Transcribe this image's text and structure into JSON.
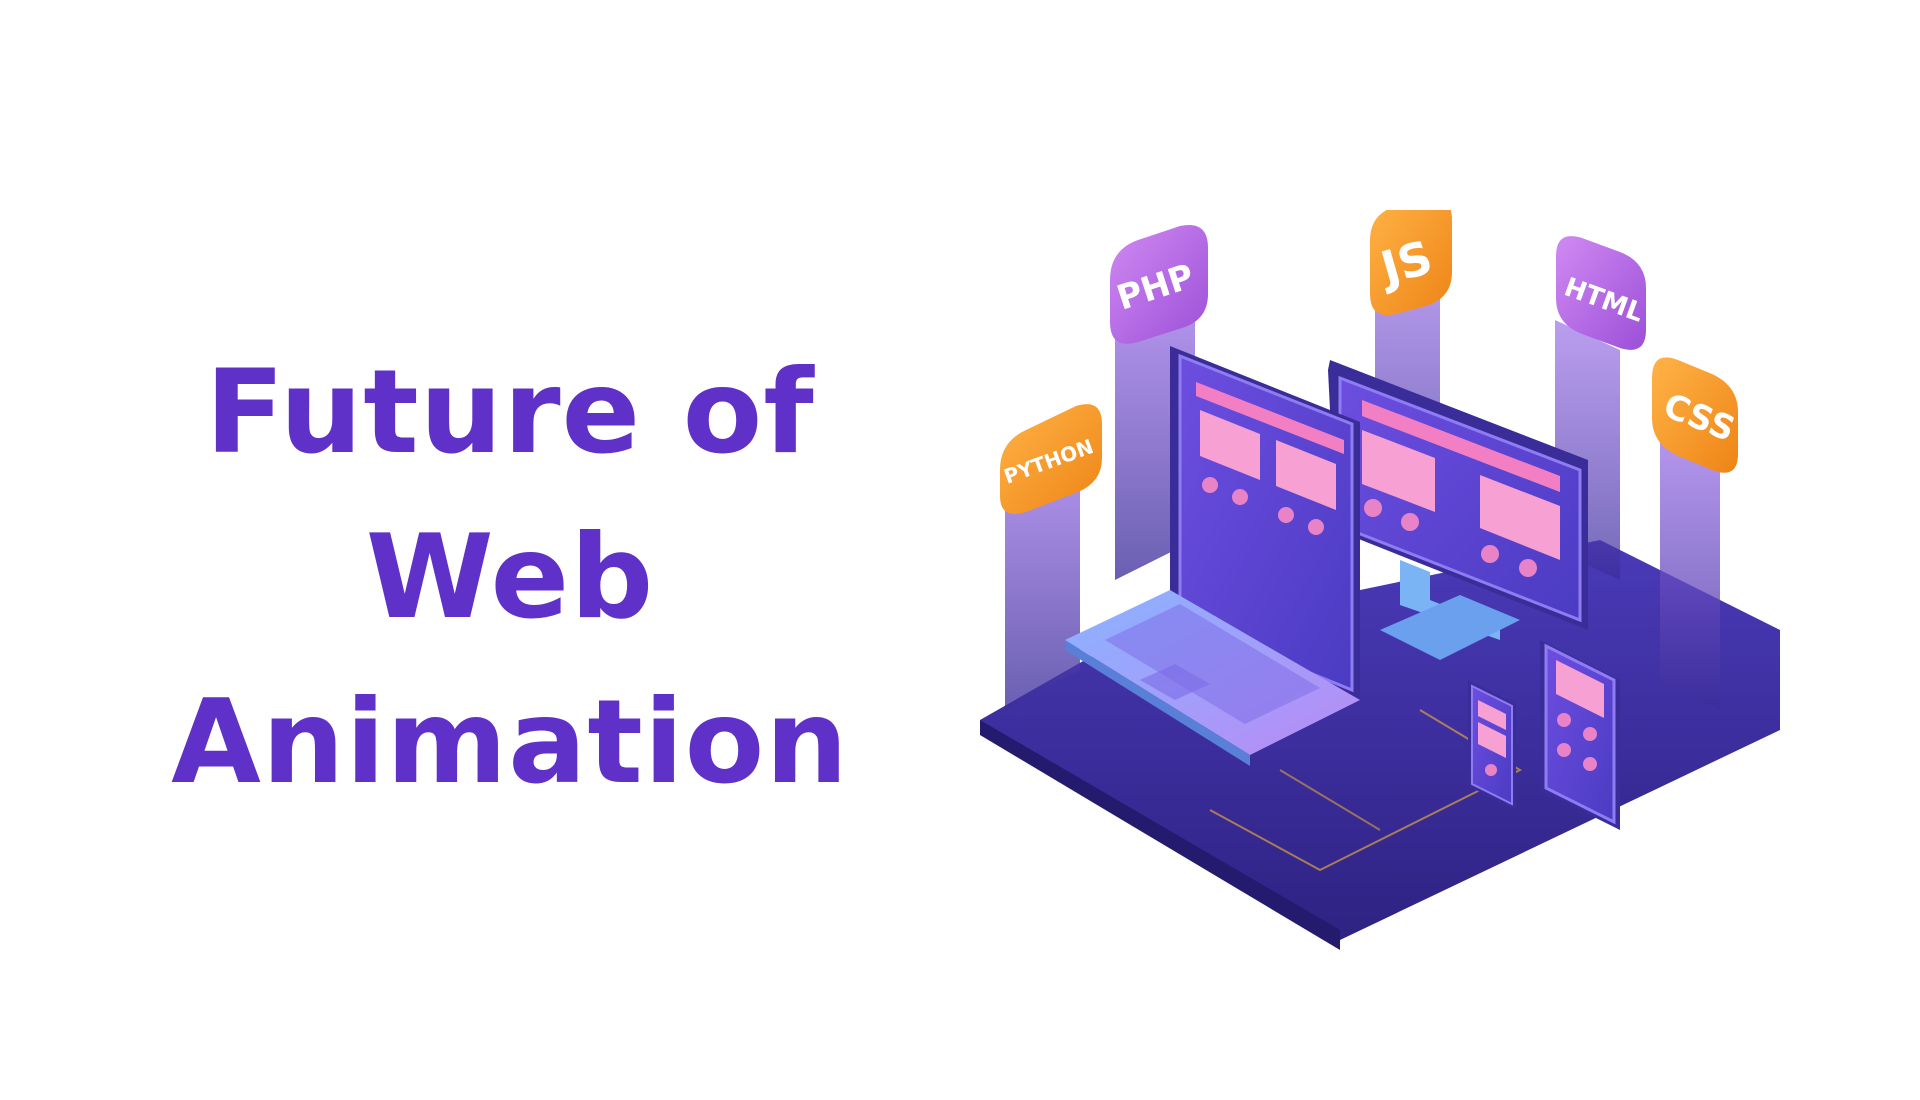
{
  "heading": {
    "line1": "Future of",
    "line2": "Web",
    "line3": "Animation"
  },
  "badges": {
    "python": "PYTHON",
    "php": "PHP",
    "js": "JS",
    "html": "HTML",
    "css": "CSS"
  },
  "colors": {
    "heading": "#6031c8",
    "platform": "#3b2a9c",
    "badge_purple": "#b35fe0",
    "badge_orange": "#f5941f",
    "screen_pink": "#f27fc3"
  }
}
